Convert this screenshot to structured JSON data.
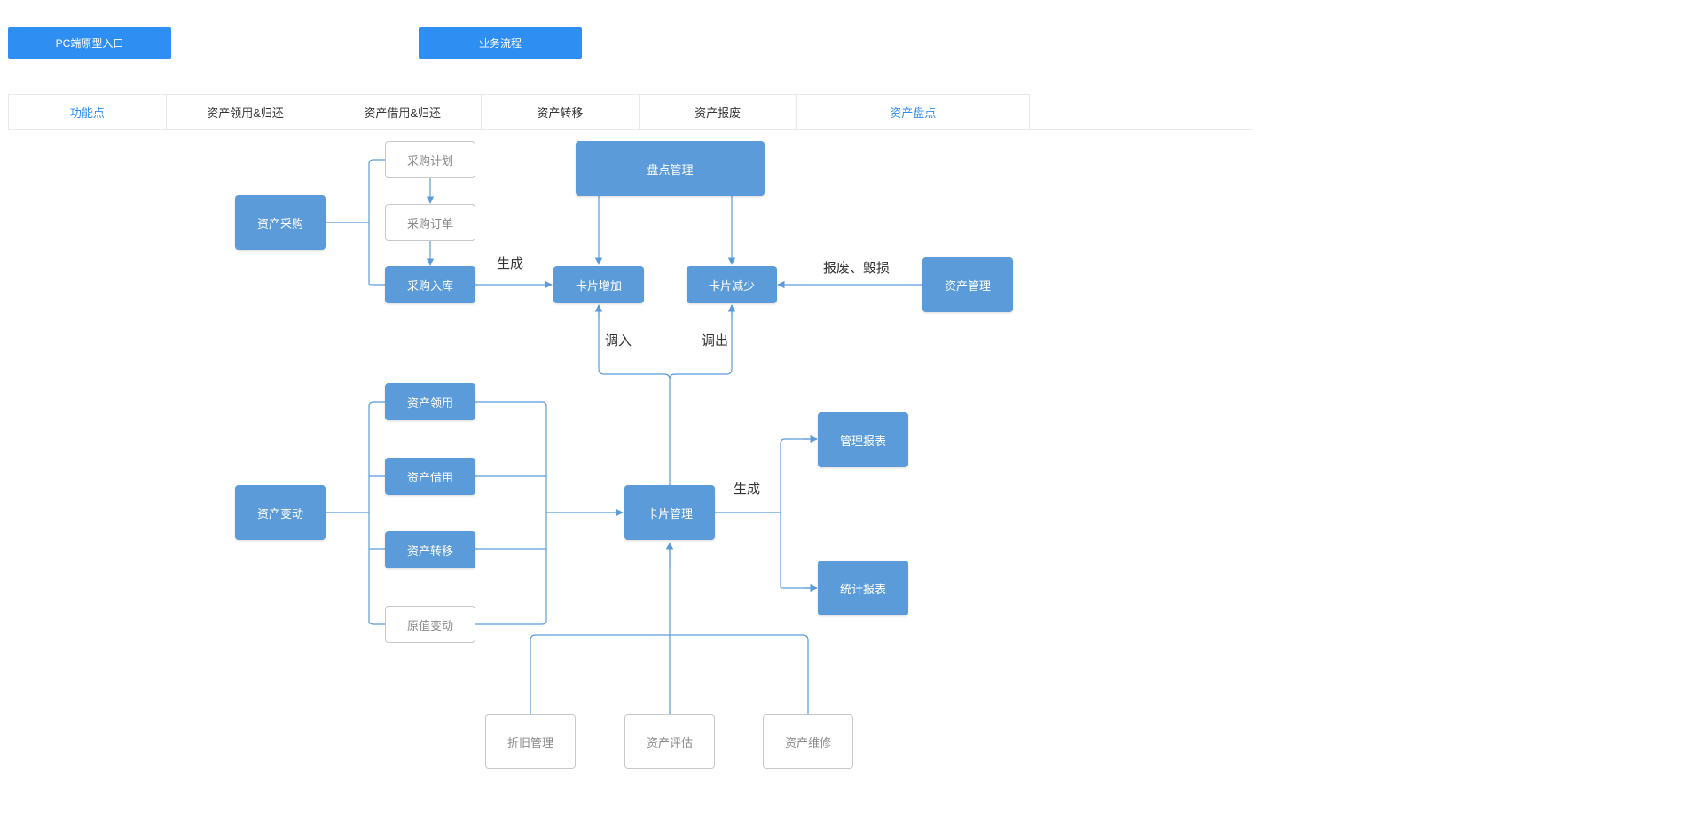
{
  "header": {
    "pc_entry_label": "PC端原型入口",
    "workflow_label": "业务流程"
  },
  "tabs": [
    {
      "label": "功能点",
      "active": true
    },
    {
      "label": "资产领用&归还",
      "active": false
    },
    {
      "label": "资产借用&归还",
      "active": false
    },
    {
      "label": "资产转移",
      "active": false
    },
    {
      "label": "资产报废",
      "active": false
    },
    {
      "label": "资产盘点",
      "active": true
    }
  ],
  "diagram": {
    "nodes": {
      "asset_purchase": "资产采购",
      "purchase_plan": "采购计划",
      "purchase_order": "采购订单",
      "purchase_inbound": "采购入库",
      "inventory_mgmt": "盘点管理",
      "card_increase": "卡片增加",
      "card_decrease": "卡片减少",
      "asset_mgmt": "资产管理",
      "asset_receive": "资产领用",
      "asset_borrow": "资产借用",
      "asset_change": "资产变动",
      "asset_transfer": "资产转移",
      "original_value_change": "原值变动",
      "card_mgmt": "卡片管理",
      "mgmt_report": "管理报表",
      "stat_report": "统计报表",
      "depreciation_mgmt": "折旧管理",
      "asset_evaluation": "资产评估",
      "asset_repair": "资产维修"
    },
    "labels": {
      "generate_top": "生成",
      "scrap_damage": "报废、毁损",
      "transfer_in": "调入",
      "transfer_out": "调出",
      "generate_right": "生成"
    }
  },
  "colors": {
    "accent": "#2f8ef2",
    "node_fill": "#5b9bd9",
    "edge": "#5b9bd9",
    "outline_border": "#c8c8c8",
    "outline_text": "#8a8a8a"
  }
}
